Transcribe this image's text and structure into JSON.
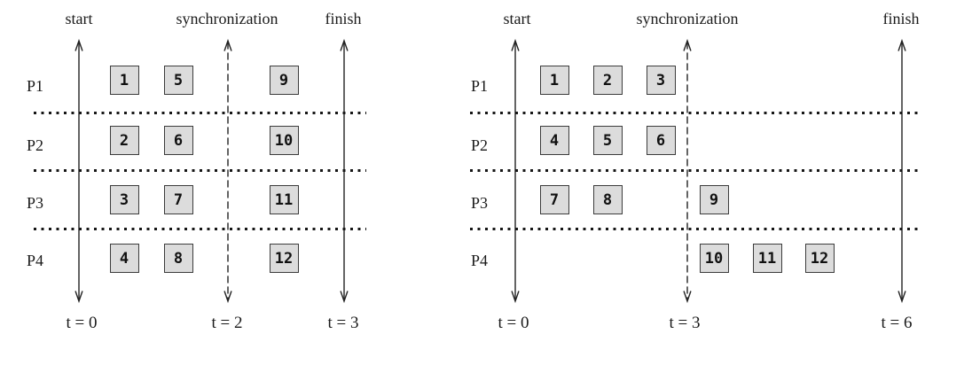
{
  "figure": {
    "background": "#ffffff",
    "box_fill": "#dcdcdc",
    "box_border": "#3c3c3c",
    "line_color": "#222222",
    "sync_line_style": "dashed",
    "start_finish_line_style": "solid"
  },
  "panels": [
    {
      "id": "left",
      "top_labels": {
        "start": "start",
        "sync": "synchronization",
        "finish": "finish"
      },
      "time_labels": {
        "start": "t = 0",
        "sync": "t = 2",
        "finish": "t = 3"
      },
      "rows": [
        {
          "label": "P1",
          "tasks": [
            {
              "id": "1",
              "slot": 0
            },
            {
              "id": "5",
              "slot": 1
            },
            {
              "id": "9",
              "slot": 2
            }
          ]
        },
        {
          "label": "P2",
          "tasks": [
            {
              "id": "2",
              "slot": 0
            },
            {
              "id": "6",
              "slot": 1
            },
            {
              "id": "10",
              "slot": 2
            }
          ]
        },
        {
          "label": "P3",
          "tasks": [
            {
              "id": "3",
              "slot": 0
            },
            {
              "id": "7",
              "slot": 1
            },
            {
              "id": "11",
              "slot": 2
            }
          ]
        },
        {
          "label": "P4",
          "tasks": [
            {
              "id": "4",
              "slot": 0
            },
            {
              "id": "8",
              "slot": 1
            },
            {
              "id": "12",
              "slot": 2
            }
          ]
        }
      ]
    },
    {
      "id": "right",
      "top_labels": {
        "start": "start",
        "sync": "synchronization",
        "finish": "finish"
      },
      "time_labels": {
        "start": "t = 0",
        "sync": "t = 3",
        "finish": "t = 6"
      },
      "rows": [
        {
          "label": "P1",
          "tasks": [
            {
              "id": "1",
              "slot": 0
            },
            {
              "id": "2",
              "slot": 1
            },
            {
              "id": "3",
              "slot": 2
            }
          ]
        },
        {
          "label": "P2",
          "tasks": [
            {
              "id": "4",
              "slot": 0
            },
            {
              "id": "5",
              "slot": 1
            },
            {
              "id": "6",
              "slot": 2
            }
          ]
        },
        {
          "label": "P3",
          "tasks": [
            {
              "id": "7",
              "slot": 0
            },
            {
              "id": "8",
              "slot": 1
            },
            {
              "id": "9",
              "slot": 3
            }
          ]
        },
        {
          "label": "P4",
          "tasks": [
            {
              "id": "10",
              "slot": 3
            },
            {
              "id": "11",
              "slot": 4
            },
            {
              "id": "12",
              "slot": 5
            }
          ]
        }
      ]
    }
  ]
}
